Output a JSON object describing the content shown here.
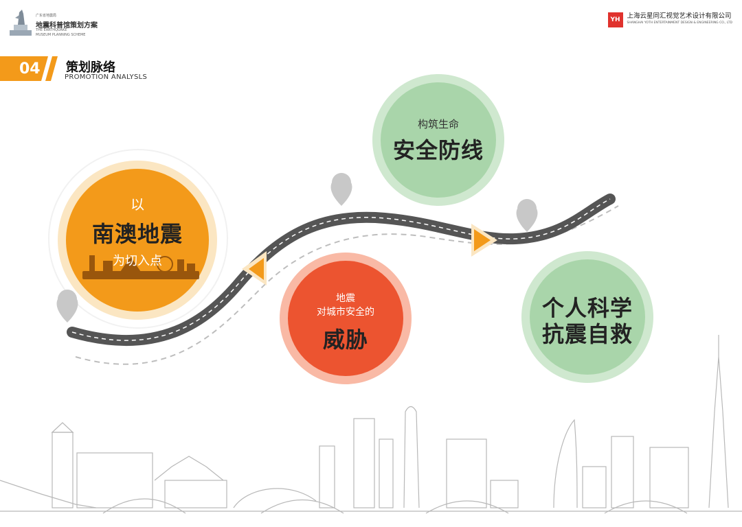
{
  "header": {
    "brand_small": "广东省地震局",
    "brand_title": "地震科普馆策划方案",
    "brand_en_line1": "THE EARTHQUAKE",
    "brand_en_line2": "MUSEUM PLANNING SCHEME",
    "company_mark": "YH",
    "company_name": "上海云星同汇视觉艺术设计有限公司",
    "company_name_en": "SHANGHAI YOTH ENTERTAINMENT DESIGN & ENGINEERING CO., LTD"
  },
  "section": {
    "number": "04",
    "title": "策划脉络",
    "subtitle": "PROMOTION ANALYSLS"
  },
  "nodes": {
    "point1": {
      "line1": "以",
      "line2": "南澳地震",
      "line3": "为切入点"
    },
    "point2": {
      "line1": "构筑生命",
      "line2": "安全防线"
    },
    "point3": {
      "line1": "地震",
      "line2": "对城市安全的",
      "line3": "威胁"
    },
    "point4": {
      "line1": "个人科学",
      "line2": "抗震自救"
    }
  },
  "colors": {
    "accent_orange": "#f39a1a",
    "red": "#ec5430",
    "green_light": "#cfe8cf",
    "green_inner": "#a9d5aa",
    "road": "#555555",
    "pin": "#c8c8c8"
  },
  "icons": [
    "location-pin-icon",
    "play-arrow-icon",
    "city-skyline"
  ]
}
